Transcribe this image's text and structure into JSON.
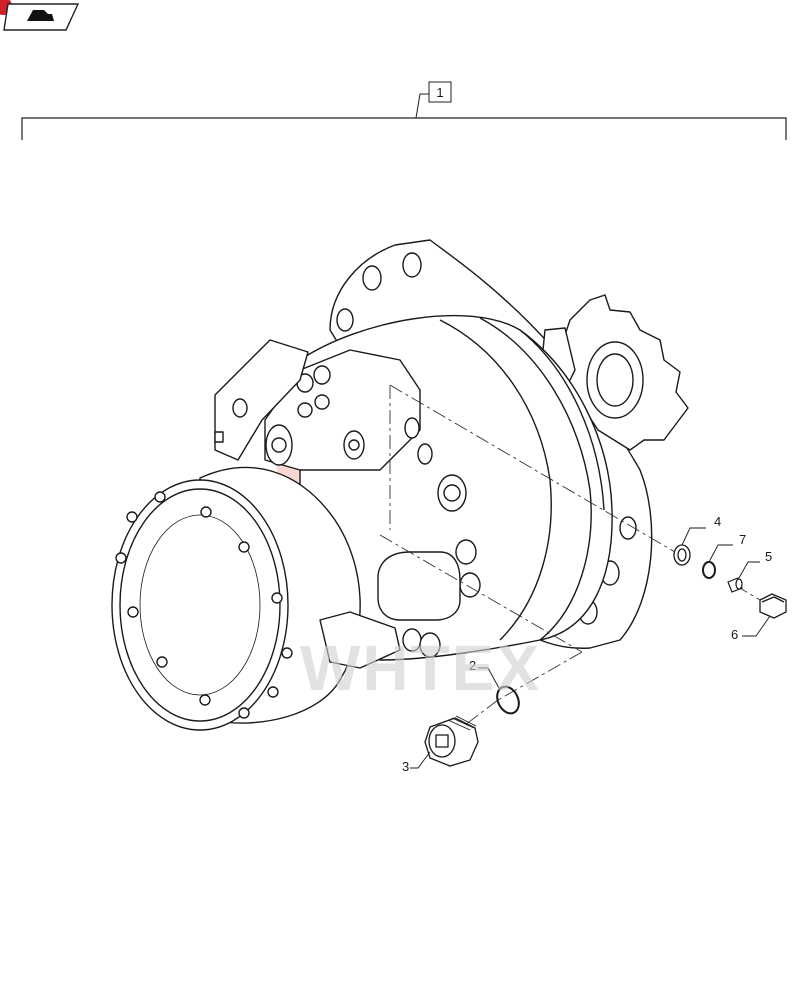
{
  "assembly": {
    "label": "1"
  },
  "callouts": [
    {
      "id": "c2",
      "label": "2"
    },
    {
      "id": "c3",
      "label": "3"
    },
    {
      "id": "c4",
      "label": "4"
    },
    {
      "id": "c5",
      "label": "5"
    },
    {
      "id": "c6",
      "label": "6"
    },
    {
      "id": "c7",
      "label": "7"
    }
  ],
  "watermark": {
    "text": "WHTEX",
    "color": "#f4b8b8"
  },
  "icons": {
    "nav_badge": "page-nav-icon",
    "corner_dot_color": "#d0202a"
  }
}
